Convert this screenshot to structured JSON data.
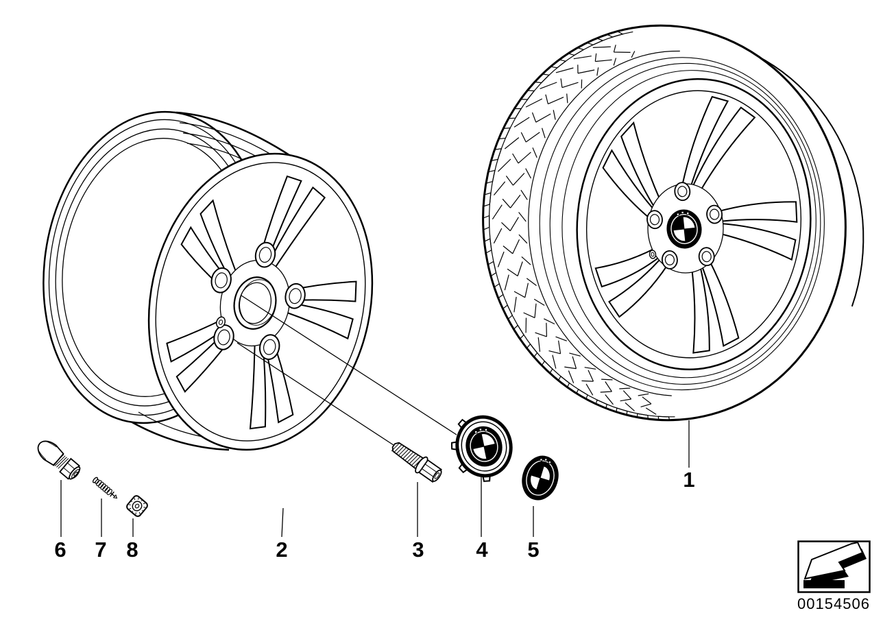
{
  "document": {
    "background_color": "#ffffff",
    "ink_color": "#000000",
    "type_hint": "parts-diagram"
  },
  "callouts": [
    {
      "id": "1",
      "label": "1"
    },
    {
      "id": "2",
      "label": "2"
    },
    {
      "id": "3",
      "label": "3"
    },
    {
      "id": "4",
      "label": "4"
    },
    {
      "id": "5",
      "label": "5"
    },
    {
      "id": "6",
      "label": "6"
    },
    {
      "id": "7",
      "label": "7"
    },
    {
      "id": "8",
      "label": "8"
    }
  ],
  "stamp": {
    "number": "00154506",
    "icon": "arrow-down-left-icon"
  }
}
